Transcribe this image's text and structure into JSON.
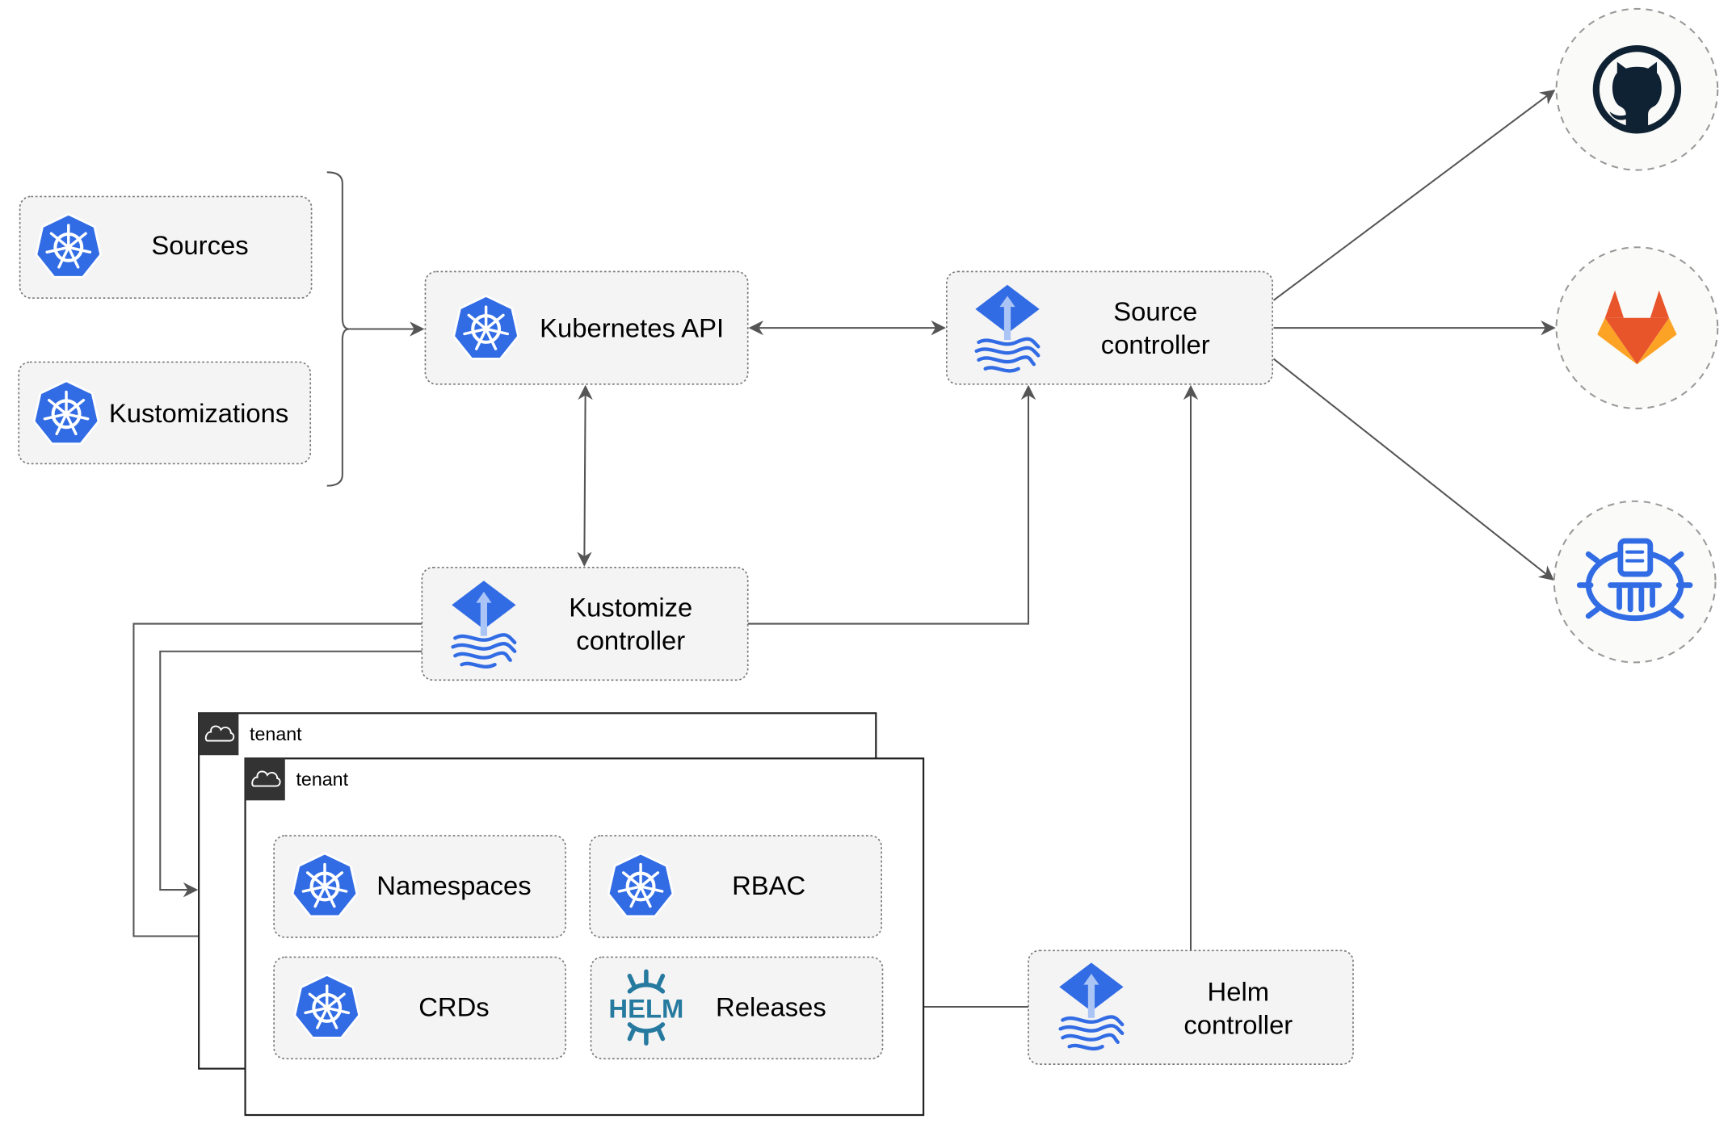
{
  "nodes": {
    "sources": "Sources",
    "kustomizations": "Kustomizations",
    "kubernetes_api": "Kubernetes API",
    "source_controller": [
      "Source",
      "controller"
    ],
    "kustomize_controller": [
      "Kustomize",
      "controller"
    ],
    "helm_controller": [
      "Helm",
      "controller"
    ],
    "namespaces": "Namespaces",
    "rbac": "RBAC",
    "crds": "CRDs",
    "releases": "Releases"
  },
  "tenants": [
    "tenant",
    "tenant"
  ],
  "helm_logo_text": "HELM",
  "external_sources": [
    {
      "icon": "github-icon"
    },
    {
      "icon": "gitlab-icon"
    },
    {
      "icon": "helm-repository-icon"
    }
  ],
  "colors": {
    "kubernetes_blue": "#326ce5",
    "helm_teal": "#277a9f",
    "gitlab_orange": "#e8552b",
    "github_dark": "#0f2233"
  }
}
